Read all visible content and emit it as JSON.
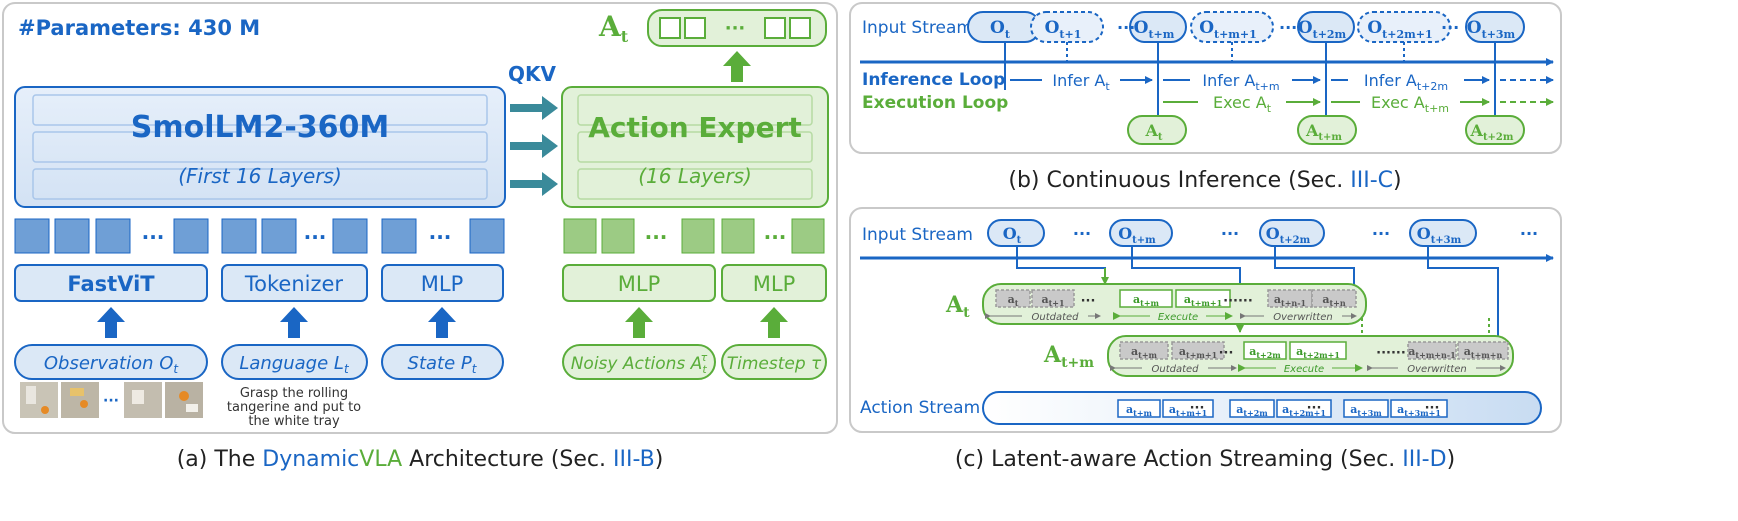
{
  "colors": {
    "blue": "#1a66c4",
    "blue_light": "#dbe8f6",
    "blue_token": "#6f9fd6",
    "green": "#5aad3a",
    "green_light": "#e2f1d9",
    "green_token": "#9ccb84",
    "green_text": "#3c9a2a",
    "teal_arrow": "#3a8a9a",
    "gray_text": "#333333"
  },
  "panel_a": {
    "params": "#Parameters: 430 M",
    "backbone_title": "SmolLM2-360M",
    "backbone_sub": "(First 16 Layers)",
    "qkv": "QKV",
    "expert_title": "Action Expert",
    "expert_sub": "(16 Layers)",
    "action_label": "A",
    "action_sub": "t",
    "dots": "···",
    "encoders": {
      "fastvit": "FastViT",
      "tokenizer": "Tokenizer",
      "mlp_state": "MLP",
      "mlp_noisy": "MLP",
      "mlp_time": "MLP"
    },
    "inputs": {
      "observation": "Observation O",
      "observation_sub": "t",
      "language": "Language L",
      "language_sub": "t",
      "state": "State P",
      "state_sub": "t",
      "noisy": "Noisy Actions A",
      "noisy_sub": "t",
      "noisy_sup": "τ",
      "timestep": "Timestep τ"
    },
    "instruction": [
      "Grasp the rolling",
      "tangerine and put to",
      "the white tray"
    ],
    "caption_pre": "(a) The ",
    "caption_dynamic": "Dynamic",
    "caption_vla": "VLA",
    "caption_mid": " Architecture (Sec. ",
    "caption_ref": "III-B",
    "caption_post": ")"
  },
  "panel_b": {
    "input_stream": "Input Stream",
    "inference_loop": "Inference Loop",
    "execution_loop": "Execution Loop",
    "obs": [
      {
        "main": "O",
        "sub": "t"
      },
      {
        "main": "O",
        "sub": "t+1"
      },
      {
        "main": "O",
        "sub": "t+m"
      },
      {
        "main": "O",
        "sub": "t+m+1"
      },
      {
        "main": "O",
        "sub": "t+2m"
      },
      {
        "main": "O",
        "sub": "t+2m+1"
      },
      {
        "main": "O",
        "sub": "t+3m"
      }
    ],
    "infer": [
      {
        "text": "Infer A",
        "sub": "t"
      },
      {
        "text": "Infer A",
        "sub": "t+m"
      },
      {
        "text": "Infer A",
        "sub": "t+2m"
      }
    ],
    "exec": [
      {
        "text": "Exec A",
        "sub": "t"
      },
      {
        "text": "Exec A",
        "sub": "t+m"
      }
    ],
    "actions": [
      {
        "main": "A",
        "sub": "t"
      },
      {
        "main": "A",
        "sub": "t+m"
      },
      {
        "main": "A",
        "sub": "t+2m"
      }
    ],
    "dots": "···",
    "caption_pre": "(b) Continuous Inference (Sec. ",
    "caption_ref": "III-C",
    "caption_post": ")"
  },
  "panel_c": {
    "input_stream": "Input Stream",
    "action_stream": "Action Stream",
    "obs": [
      {
        "main": "O",
        "sub": "t"
      },
      {
        "main": "O",
        "sub": "t+m"
      },
      {
        "main": "O",
        "sub": "t+2m"
      },
      {
        "main": "O",
        "sub": "t+3m"
      }
    ],
    "At_label": "A",
    "At_sub": "t",
    "Atm_label": "A",
    "Atm_sub": "t+m",
    "row1": [
      "a_t",
      "a_t+1",
      "a_t+m",
      "a_t+m+1",
      "a_t+n-1",
      "a_t+n"
    ],
    "row2": [
      "a_t+m",
      "a_t+m+1",
      "a_t+2m",
      "a_t+2m+1",
      "a_t+m+n-1",
      "a_t+m+n"
    ],
    "stream": [
      "a_t+m",
      "a_t+m+1",
      "a_t+2m",
      "a_t+2m+1",
      "a_t+3m",
      "a_t+3m+1"
    ],
    "outdated": "Outdated",
    "execute": "Execute",
    "overwritten": "Overwritten",
    "dots": "···",
    "dots6": "······",
    "caption_pre": "(c) Latent-aware Action Streaming (Sec. ",
    "caption_ref": "III-D",
    "caption_post": ")"
  }
}
